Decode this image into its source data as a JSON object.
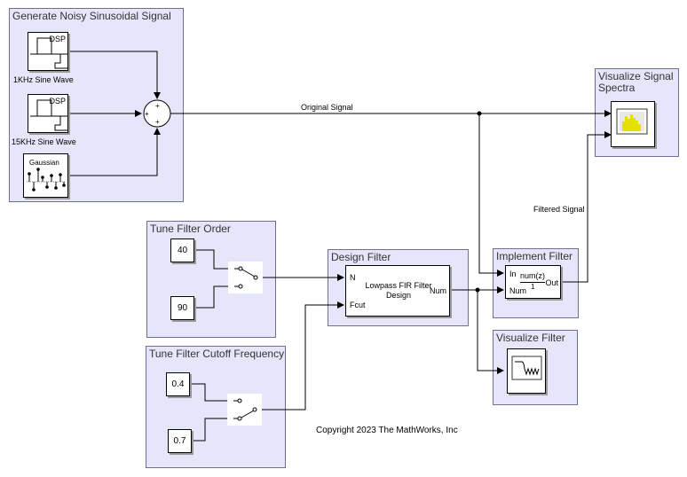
{
  "areas": {
    "generate": "Generate Noisy Sinusoidal Signal",
    "visualize_spectra": "Visualize Signal Spectra",
    "tune_order": "Tune Filter Order",
    "design": "Design Filter",
    "implement": "Implement Filter",
    "visualize_filter": "Visualize Filter",
    "tune_cutoff": "Tune Filter Cutoff Frequency"
  },
  "blocks": {
    "sine1_label": "1KHz Sine Wave",
    "sine2_label": "15KHz Sine Wave",
    "dsp_tag": "DSP",
    "gaussian": "Gaussian",
    "sum_signs": [
      "+",
      "+",
      "+"
    ],
    "const_40": "40",
    "const_90": "90",
    "const_04": "0.4",
    "const_07": "0.7",
    "design_text": "Lowpass FIR Filter Design",
    "design_in_n": "N",
    "design_in_fcut": "Fcut",
    "design_out": "Num",
    "impl_in": "In",
    "impl_num": "Num",
    "impl_out": "Out",
    "impl_tf_num": "num(z)",
    "impl_tf_den": "1"
  },
  "signals": {
    "original": "Original Signal",
    "filtered": "Filtered Signal"
  },
  "footer": "Copyright 2023 The MathWorks, Inc"
}
